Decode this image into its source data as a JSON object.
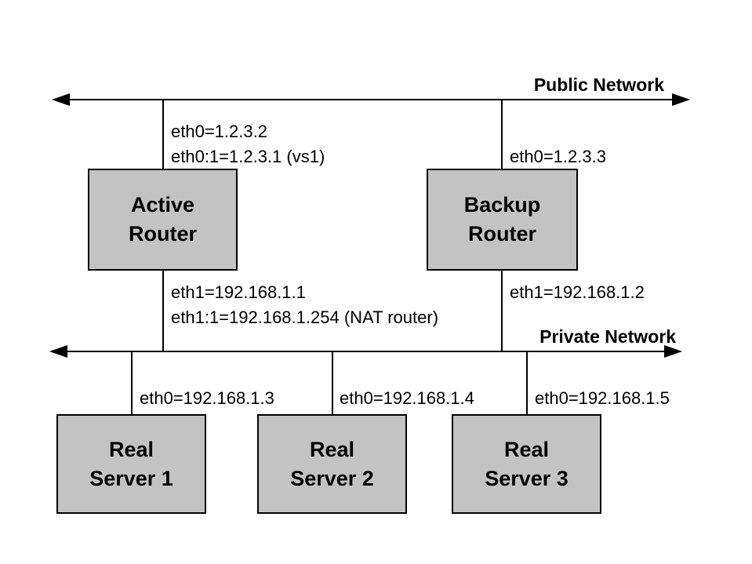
{
  "colors": {
    "background": "#ffffff",
    "box_fill": "#c3c3c3",
    "box_border": "#000000",
    "line": "#000000",
    "text": "#000000"
  },
  "networks": {
    "public": {
      "label": "Public Network"
    },
    "private": {
      "label": "Private Network"
    }
  },
  "nodes": {
    "active_router": {
      "line1": "Active",
      "line2": "Router"
    },
    "backup_router": {
      "line1": "Backup",
      "line2": "Router"
    },
    "real_server_1": {
      "line1": "Real",
      "line2": "Server 1"
    },
    "real_server_2": {
      "line1": "Real",
      "line2": "Server 2"
    },
    "real_server_3": {
      "line1": "Real",
      "line2": "Server 3"
    }
  },
  "interfaces": {
    "active_public_primary": "eth0=1.2.3.2",
    "active_public_alias": "eth0:1=1.2.3.1 (vs1)",
    "backup_public": "eth0=1.2.3.3",
    "active_private_primary": "eth1=192.168.1.1",
    "active_private_alias": "eth1:1=192.168.1.254 (NAT router)",
    "backup_private": "eth1=192.168.1.2",
    "server1_private": "eth0=192.168.1.3",
    "server2_private": "eth0=192.168.1.4",
    "server3_private": "eth0=192.168.1.5"
  }
}
